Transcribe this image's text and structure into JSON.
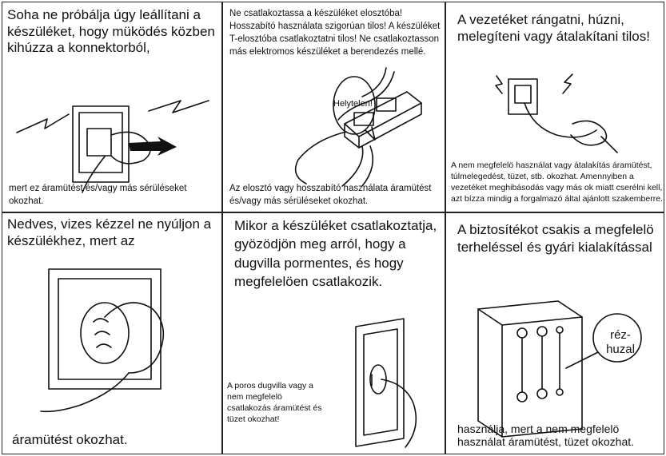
{
  "panels": [
    {
      "heading": "Soha ne próbálja úgy leállítani a készüléket, hogy müködés közben kihúzza a konnektorból,",
      "caption": "mert ez áramütést és/vagy más sérüléseket okozhat."
    },
    {
      "heading": "Ne csatlakoztassa a készüléket elosztóba! Hosszabító használata szigorúan tilos! A készüléket T-elosztóba csatlakoztatni tilos! Ne csatlakoztasson más elektromos készüléket a berendezés mellé.",
      "bubble": "Helytelen!",
      "caption": "Az elosztó vagy hosszabító használata áramütést és/vagy más sérüléseket okozhat."
    },
    {
      "heading": "A vezetéket rángatni, húzni, melegíteni vagy átalakítani tilos!",
      "caption": "A nem megfelelö használat vagy átalakítás áramütést, túlmelegedést, tüzet, stb. okozhat. Amennyiben a vezetéket meghibásodás vagy más ok miatt cserélni kell, azt bízza mindig a forgalmazó által ajánlott szakemberre."
    },
    {
      "heading": "Nedves, vizes kézzel ne nyúljon a készülékhez, mert az",
      "caption": "áramütést okozhat."
    },
    {
      "heading": "Mikor a készüléket csatlakoztatja, gyözödjön meg arról, hogy a dugvilla pormentes, és hogy megfelelöen csatlakozik.",
      "caption": "A poros dugvilla vagy a nem megfelelö csatlakozás áramütést és tüzet okozhat!"
    },
    {
      "heading": "A biztosítékot csakis a megfelelö terheléssel és gyári kialakítással",
      "bubble": "réz-huzal",
      "caption": "használja, mert a nem megfelelö használat áramütést, tüzet okozhat."
    }
  ]
}
